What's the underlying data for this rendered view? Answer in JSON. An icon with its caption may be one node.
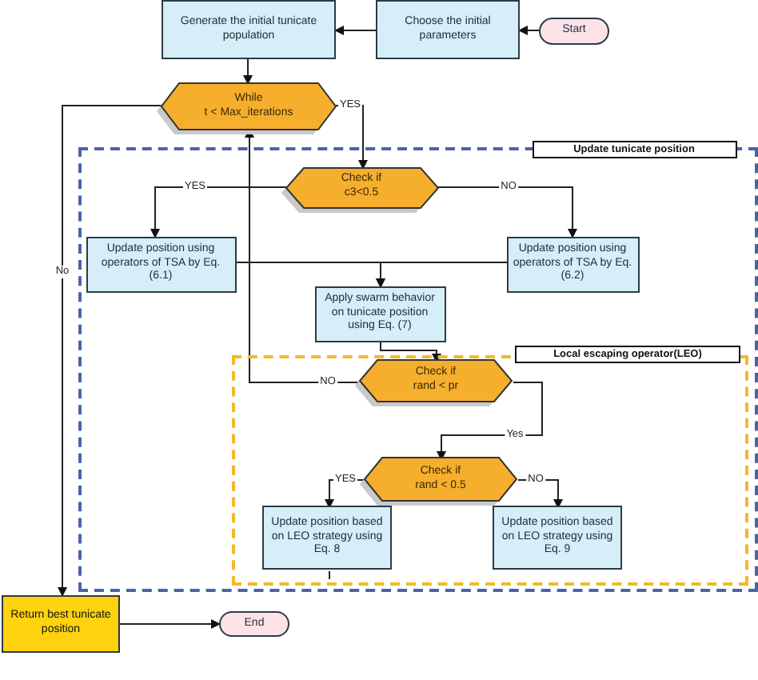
{
  "diagram": {
    "nodes": [
      {
        "text": [
          "Generate the initial tunicate population"
        ]
      },
      {
        "text": [
          "Choose the initial parameters"
        ]
      },
      {
        "text": [
          "Start"
        ]
      },
      {
        "text": [
          "While",
          "t < Max_iterations"
        ]
      },
      {
        "text": [
          "Update tunicate position"
        ]
      },
      {
        "text": [
          "Check if",
          "c3<0.5"
        ],
        "in": 4
      },
      {
        "text": [
          "Update position using operators of TSA by Eq. (6.1)"
        ],
        "in": 4
      },
      {
        "text": [
          "Update position using operators of TSA by Eq. (6.2)"
        ],
        "in": 4
      },
      {
        "text": [
          "Apply swarm behavior on tunicate position using Eq. (7)"
        ],
        "in": 4
      },
      {
        "text": [
          "Local escaping operator(LEO)"
        ],
        "in": 4
      },
      {
        "text": [
          "Check if",
          "rand < pr"
        ],
        "in": 9
      },
      {
        "text": [
          "Check if",
          "rand < 0.5"
        ],
        "in": 9
      },
      {
        "text": [
          "Update position based on LEO strategy using Eq. 8"
        ],
        "in": 9
      },
      {
        "text": [
          "Update position based on LEO strategy using Eq. 9"
        ],
        "in": 9
      },
      {
        "text": [
          "Return best tunicate position"
        ]
      },
      {
        "text": [
          "End"
        ]
      }
    ],
    "edges": [
      {
        "from": 2,
        "to": 1,
        "arrow": "to"
      },
      {
        "from": 1,
        "to": 0,
        "arrow": "to"
      },
      {
        "from": 0,
        "to": 3,
        "arrow": "to"
      },
      {
        "from": 3,
        "to": 5,
        "arrow": "to",
        "label": "YES"
      },
      {
        "from": 5,
        "to": 6,
        "arrow": "to",
        "label": "YES"
      },
      {
        "from": 5,
        "to": 7,
        "arrow": "to",
        "label": "NO"
      },
      {
        "from": 6,
        "to": 8,
        "arrow": "to"
      },
      {
        "from": 7,
        "to": 8,
        "arrow": "to"
      },
      {
        "from": 8,
        "to": 10,
        "arrow": "to"
      },
      {
        "from": 10,
        "to": 3,
        "arrow": "to",
        "label": "NO"
      },
      {
        "from": 10,
        "to": 11,
        "arrow": "to",
        "label": "Yes"
      },
      {
        "from": 11,
        "to": 12,
        "arrow": "to",
        "label": "YES"
      },
      {
        "from": 11,
        "to": 13,
        "arrow": "to",
        "label": "NO"
      },
      {
        "from": 3,
        "to": 14,
        "arrow": "to",
        "label": "No"
      },
      {
        "from": 14,
        "to": 15,
        "arrow": "to"
      }
    ]
  }
}
